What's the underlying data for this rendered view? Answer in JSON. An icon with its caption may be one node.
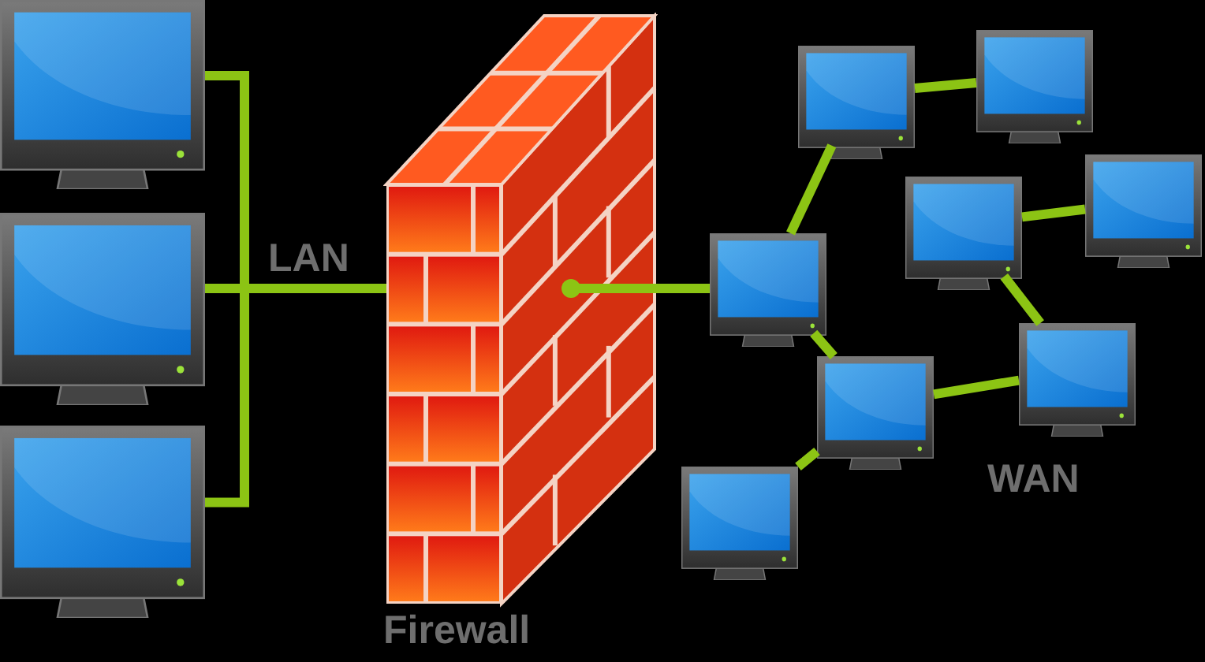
{
  "diagram": {
    "nodes": [
      {
        "text": [],
        "shape": "picture"
      },
      {
        "text": [],
        "shape": "picture"
      },
      {
        "text": [],
        "shape": "picture"
      },
      {
        "text": [
          "Firewall"
        ]
      },
      {
        "text": [],
        "shape": "picture"
      },
      {
        "text": [],
        "shape": "picture"
      },
      {
        "text": [],
        "shape": "picture"
      },
      {
        "text": [],
        "shape": "picture"
      },
      {
        "text": [],
        "shape": "picture"
      },
      {
        "text": [],
        "shape": "picture"
      },
      {
        "text": [],
        "shape": "picture"
      },
      {
        "text": [],
        "shape": "picture"
      }
    ],
    "edges": [
      {
        "from": 0,
        "to": 3,
        "arrow": "none"
      },
      {
        "from": 1,
        "to": 3,
        "arrow": "none"
      },
      {
        "from": 2,
        "to": 3,
        "arrow": "none"
      },
      {
        "from": 3,
        "to": 8,
        "arrow": "other"
      },
      {
        "from": 8,
        "to": 5,
        "arrow": "none"
      },
      {
        "from": 5,
        "to": 4,
        "arrow": "none"
      },
      {
        "from": 8,
        "to": 10,
        "arrow": "none"
      },
      {
        "from": 10,
        "to": 11,
        "arrow": "none"
      },
      {
        "from": 10,
        "to": 9,
        "arrow": "none"
      },
      {
        "from": 9,
        "to": 7,
        "arrow": "none"
      },
      {
        "from": 7,
        "to": 6,
        "arrow": "none"
      }
    ],
    "labels": [
      "LAN",
      "WAN"
    ]
  }
}
